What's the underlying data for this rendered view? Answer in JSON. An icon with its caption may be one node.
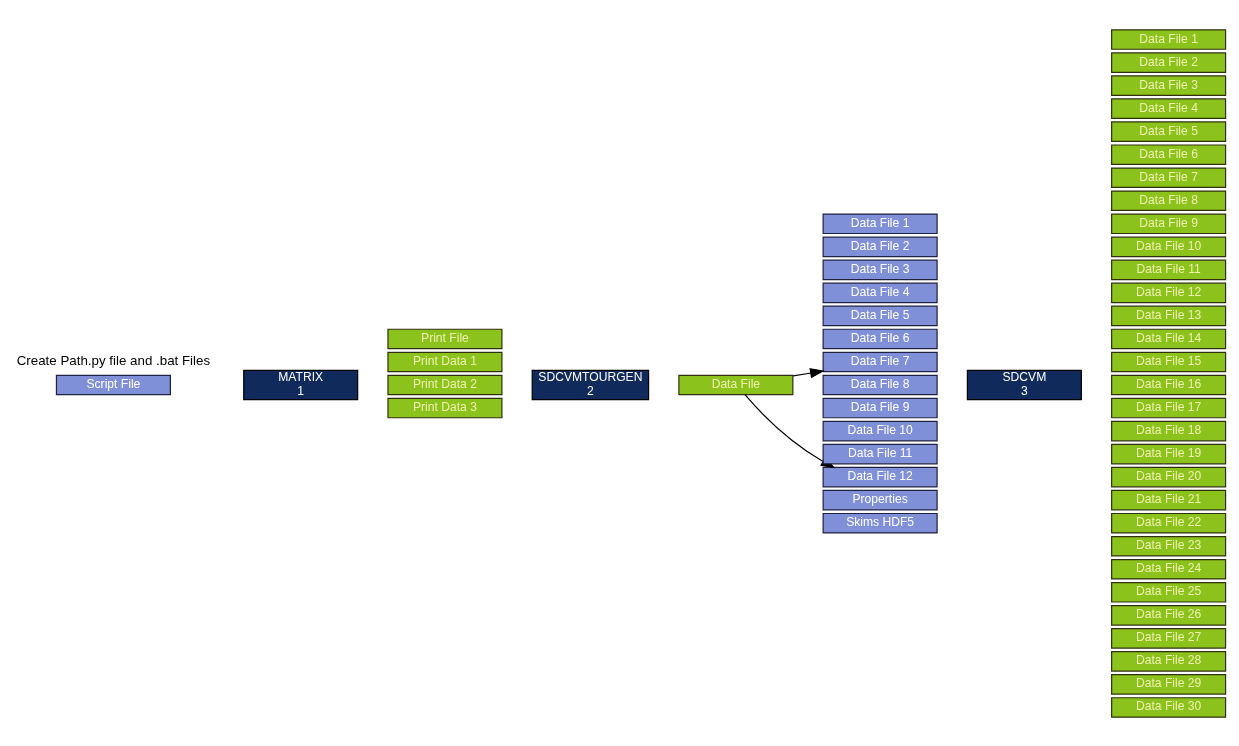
{
  "diagram": {
    "nodes": [
      {
        "text": [
          "Script File"
        ]
      },
      {
        "text": [
          "MATRIX",
          "1"
        ]
      },
      {
        "text": [
          "Print File"
        ]
      },
      {
        "text": [
          "Print Data 1"
        ]
      },
      {
        "text": [
          "Print Data 2"
        ]
      },
      {
        "text": [
          "Print Data 3"
        ]
      },
      {
        "text": [
          "SDCVMTOURGEN",
          "2"
        ]
      },
      {
        "text": [
          "Data File"
        ]
      },
      {
        "text": [
          "Data File 1"
        ]
      },
      {
        "text": [
          "Data File 2"
        ]
      },
      {
        "text": [
          "Data File 3"
        ]
      },
      {
        "text": [
          "Data File 4"
        ]
      },
      {
        "text": [
          "Data File 5"
        ]
      },
      {
        "text": [
          "Data File 6"
        ]
      },
      {
        "text": [
          "Data File 7"
        ]
      },
      {
        "text": [
          "Data File 8"
        ]
      },
      {
        "text": [
          "Data File 9"
        ]
      },
      {
        "text": [
          "Data File 10"
        ]
      },
      {
        "text": [
          "Data File 11"
        ]
      },
      {
        "text": [
          "Data File 12"
        ]
      },
      {
        "text": [
          "Properties"
        ]
      },
      {
        "text": [
          "Skims HDF5"
        ]
      },
      {
        "text": [
          "SDCVM",
          "3"
        ]
      },
      {
        "text": [
          "Data File 1"
        ]
      },
      {
        "text": [
          "Data File 2"
        ]
      },
      {
        "text": [
          "Data File 3"
        ]
      },
      {
        "text": [
          "Data File 4"
        ]
      },
      {
        "text": [
          "Data File 5"
        ]
      },
      {
        "text": [
          "Data File 6"
        ]
      },
      {
        "text": [
          "Data File 7"
        ]
      },
      {
        "text": [
          "Data File 8"
        ]
      },
      {
        "text": [
          "Data File 9"
        ]
      },
      {
        "text": [
          "Data File 10"
        ]
      },
      {
        "text": [
          "Data File 11"
        ]
      },
      {
        "text": [
          "Data File 12"
        ]
      },
      {
        "text": [
          "Data File 13"
        ]
      },
      {
        "text": [
          "Data File 14"
        ]
      },
      {
        "text": [
          "Data File 15"
        ]
      },
      {
        "text": [
          "Data File 16"
        ]
      },
      {
        "text": [
          "Data File 17"
        ]
      },
      {
        "text": [
          "Data File 18"
        ]
      },
      {
        "text": [
          "Data File 19"
        ]
      },
      {
        "text": [
          "Data File 20"
        ]
      },
      {
        "text": [
          "Data File 21"
        ]
      },
      {
        "text": [
          "Data File 22"
        ]
      },
      {
        "text": [
          "Data File 23"
        ]
      },
      {
        "text": [
          "Data File 24"
        ]
      },
      {
        "text": [
          "Data File 25"
        ]
      },
      {
        "text": [
          "Data File 26"
        ]
      },
      {
        "text": [
          "Data File 27"
        ]
      },
      {
        "text": [
          "Data File 28"
        ]
      },
      {
        "text": [
          "Data File 29"
        ]
      },
      {
        "text": [
          "Data File 30"
        ]
      }
    ],
    "edges": [
      {
        "from": 7,
        "to": 14,
        "arrow": "to"
      },
      {
        "from": 7,
        "to": 19,
        "arrow": "to"
      }
    ],
    "labels": [
      "Create Path.py file and .bat Files"
    ]
  }
}
